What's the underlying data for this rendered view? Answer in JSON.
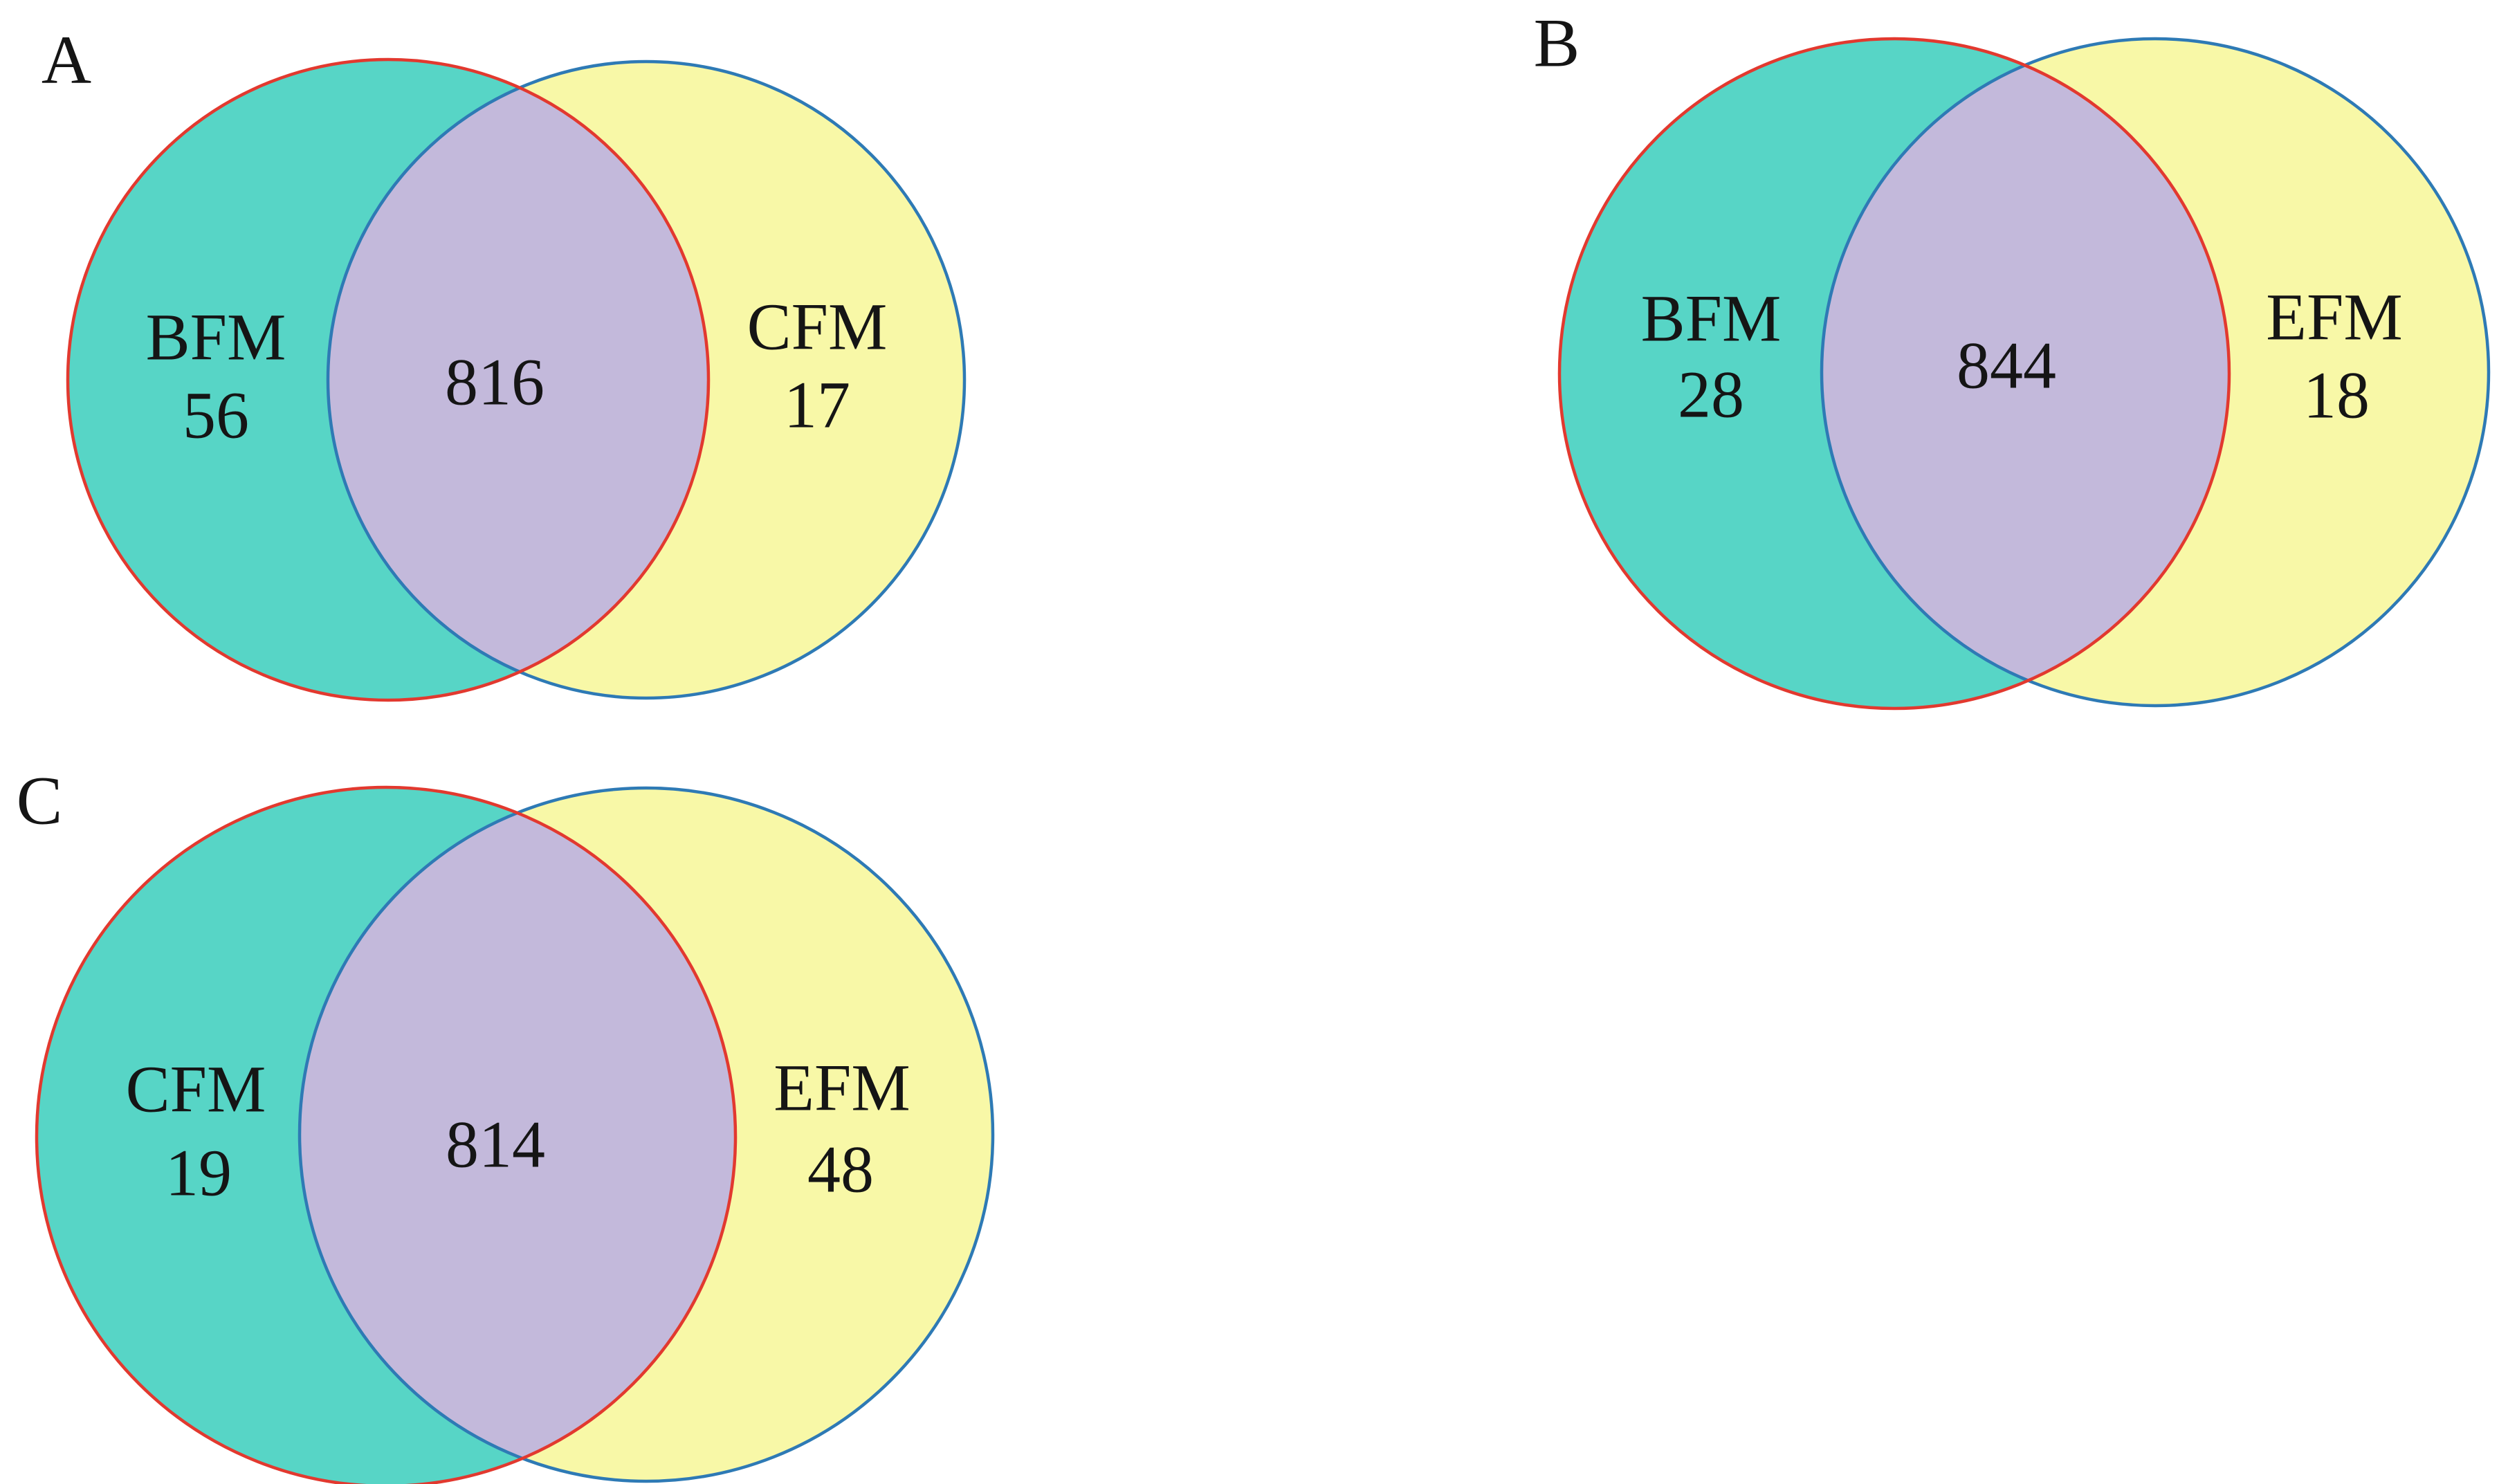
{
  "figure": {
    "description": "Three pairwise Venn diagrams comparing shared and unique counts between BFM, CFM and EFM",
    "background": "#ffffff"
  },
  "colors": {
    "left_fill": "#57D5C6",
    "right_fill": "#F8F8A7",
    "overlap_fill": "#C3B9DB",
    "left_stroke": "#E2392F",
    "right_stroke": "#2E7AB5",
    "text": "#151515"
  },
  "panels": [
    {
      "panel_label": "A",
      "left": {
        "label": "BFM",
        "count": "56"
      },
      "right": {
        "label": "CFM",
        "count": "17"
      },
      "overlap": "816"
    },
    {
      "panel_label": "B",
      "left": {
        "label": "BFM",
        "count": "28"
      },
      "right": {
        "label": "EFM",
        "count": "18"
      },
      "overlap": "844"
    },
    {
      "panel_label": "C",
      "left": {
        "label": "CFM",
        "count": "19"
      },
      "right": {
        "label": "EFM",
        "count": "48"
      },
      "overlap": "814"
    }
  ],
  "chart_data": {
    "type": "venn",
    "title": "",
    "panels": [
      {
        "panel": "A",
        "sets": [
          "BFM",
          "CFM"
        ],
        "left_only": 56,
        "intersection": 816,
        "right_only": 17
      },
      {
        "panel": "B",
        "sets": [
          "BFM",
          "EFM"
        ],
        "left_only": 28,
        "intersection": 844,
        "right_only": 18
      },
      {
        "panel": "C",
        "sets": [
          "CFM",
          "EFM"
        ],
        "left_only": 19,
        "intersection": 814,
        "right_only": 48
      }
    ],
    "legend_position": "none",
    "grid": false
  }
}
